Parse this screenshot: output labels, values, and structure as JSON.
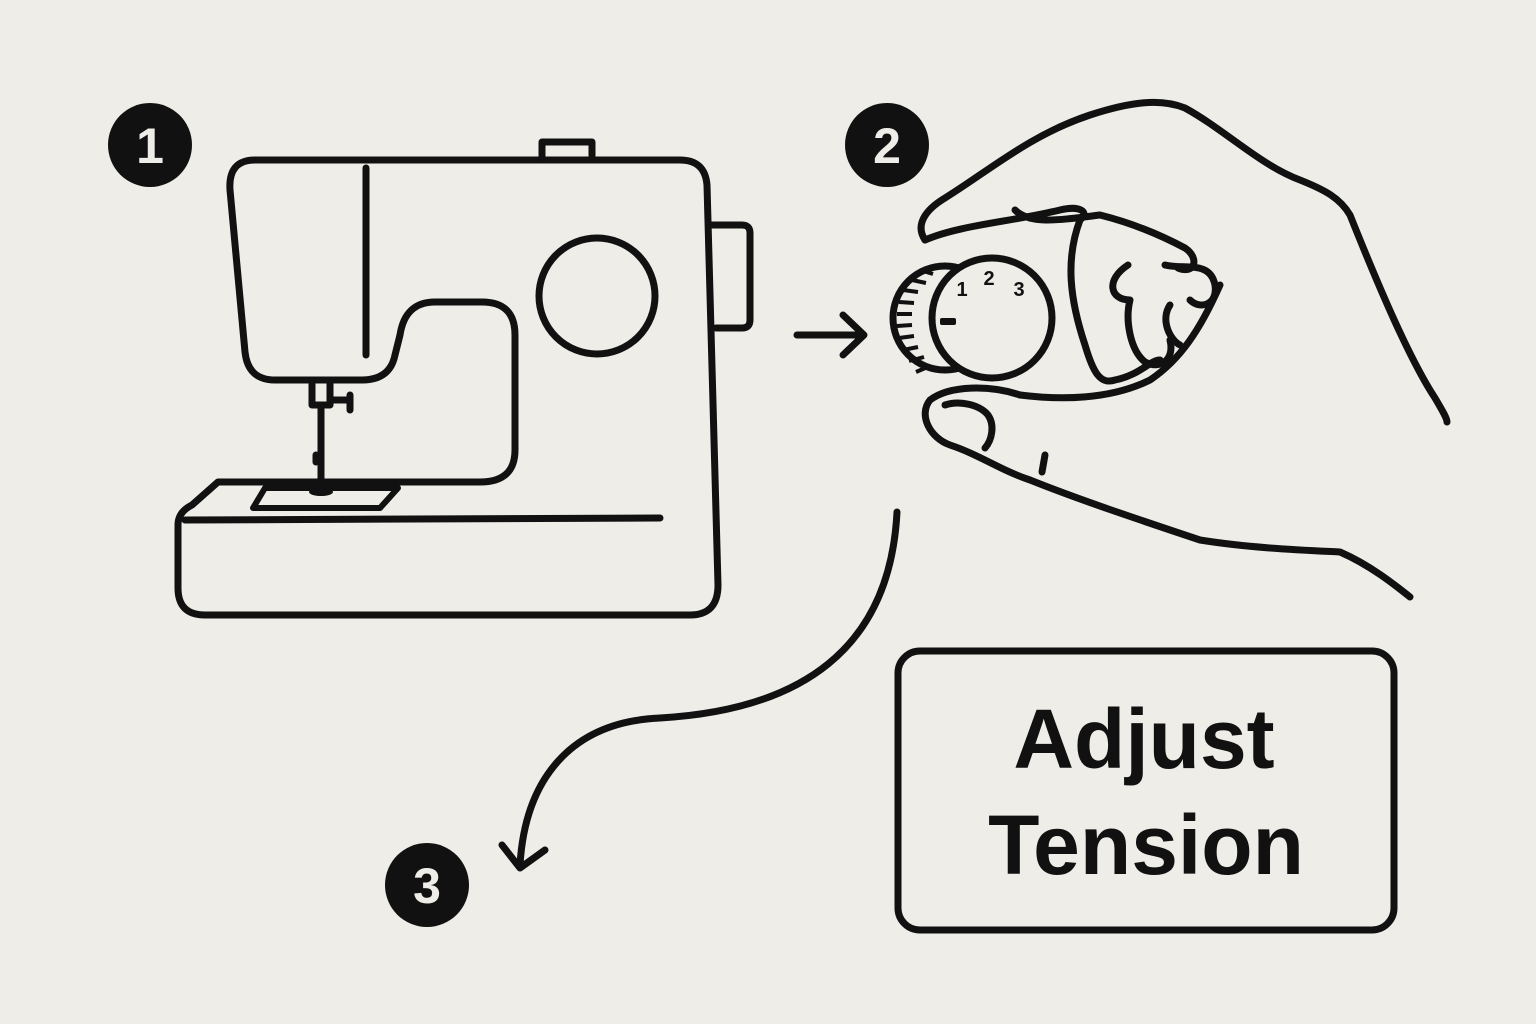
{
  "steps": [
    "1",
    "2",
    "3"
  ],
  "dial": {
    "numbers": [
      "1",
      "2",
      "3"
    ]
  },
  "label": {
    "line1": "Adjust",
    "line2": "Tension"
  },
  "colors": {
    "background": "#efede8",
    "ink": "#111111"
  }
}
